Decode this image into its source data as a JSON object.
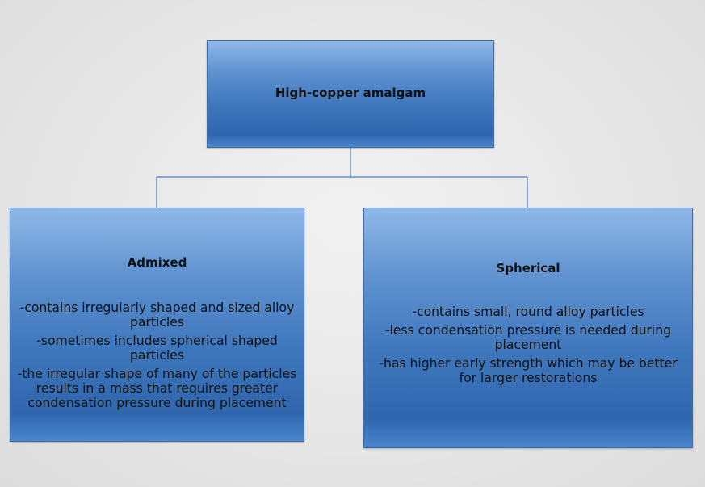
{
  "diagram": {
    "root": {
      "label": "High-copper amalgam"
    },
    "children": [
      {
        "title": "Admixed",
        "lines": [
          "-contains irregularly shaped and sized alloy particles",
          "-sometimes includes spherical shaped particles",
          "-the irregular shape of many of the particles results in a mass that requires greater condensation pressure during placement"
        ]
      },
      {
        "title": "Spherical",
        "lines": [
          "-contains small, round alloy particles",
          "-less condensation pressure is needed during placement",
          "-has higher early strength which may be better for larger restorations"
        ]
      }
    ]
  },
  "colors": {
    "box_fill": "#3f77bd",
    "box_border": "#3b6ea8",
    "connector": "#4a7fbf"
  }
}
